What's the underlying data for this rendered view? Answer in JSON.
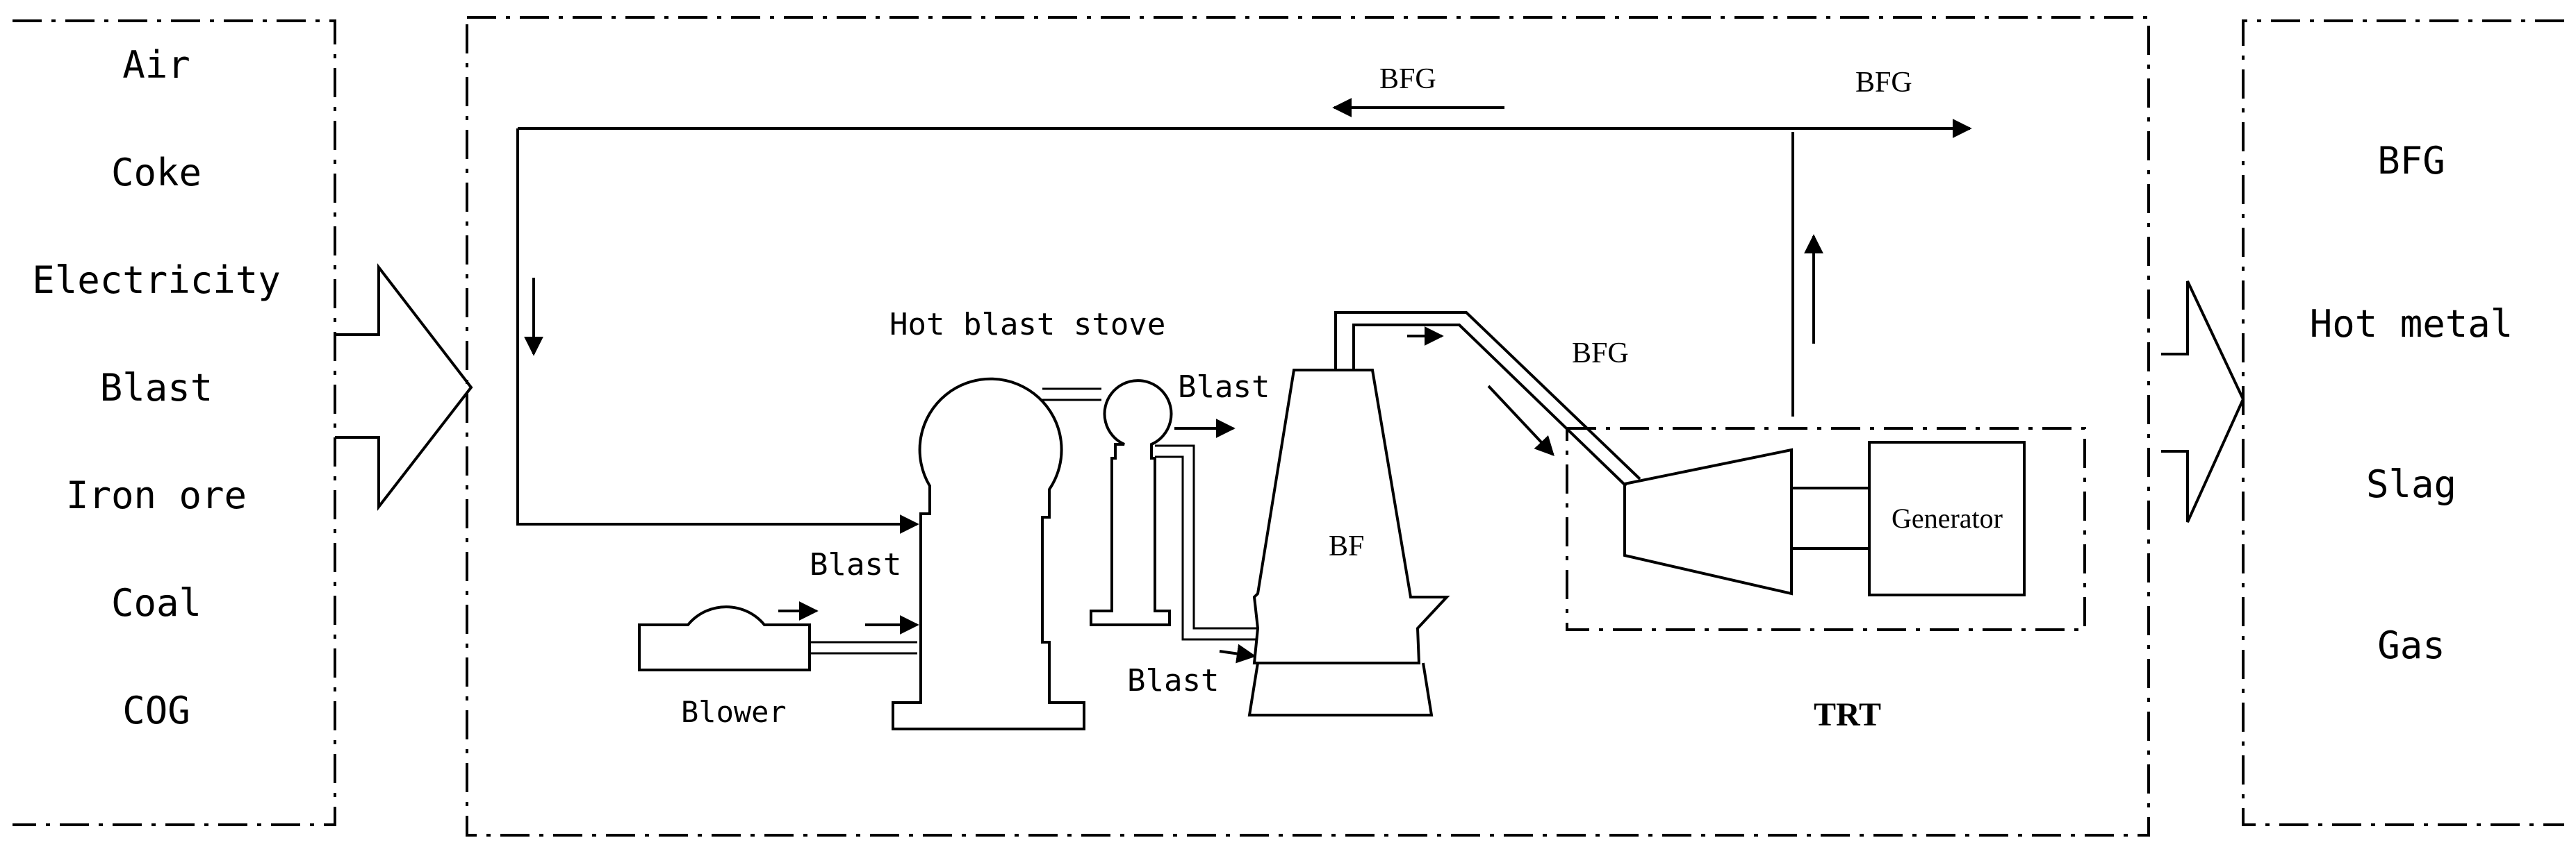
{
  "inputs": {
    "items": [
      "Air",
      "Coke",
      "Electricity",
      "Blast",
      "Iron ore",
      "Coal",
      "COG"
    ]
  },
  "outputs": {
    "items": [
      "BFG",
      "Hot metal",
      "Slag",
      "Gas"
    ]
  },
  "process": {
    "bfg_top_left": "BFG",
    "bfg_top_right": "BFG",
    "hot_blast_stove": "Hot blast stove",
    "blast_to_bf": "Blast",
    "blast_from_blower": "Blast",
    "blast_lower": "Blast",
    "blower": "Blower",
    "bf": "BF",
    "bfg_to_trt": "BFG",
    "generator": "Generator",
    "trt": "TRT"
  }
}
